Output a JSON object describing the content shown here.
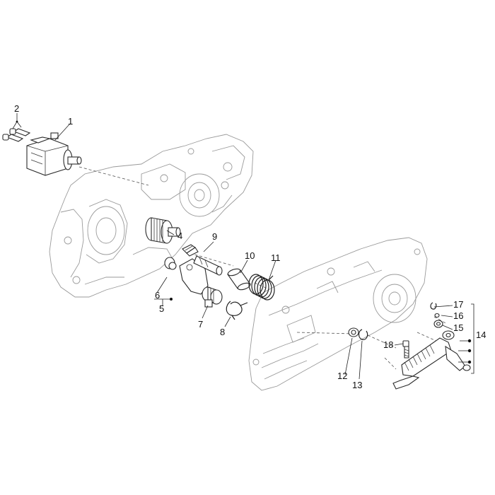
{
  "labels": {
    "l1": "1",
    "l2": "2",
    "l4": "4",
    "l5": "5",
    "l6": "6",
    "l7": "7",
    "l8": "8",
    "l9": "9",
    "l10": "10",
    "l11": "11",
    "l12": "12",
    "l13": "13",
    "l14": "14",
    "l15": "15",
    "l16": "16",
    "l17": "17",
    "l18": "18"
  }
}
